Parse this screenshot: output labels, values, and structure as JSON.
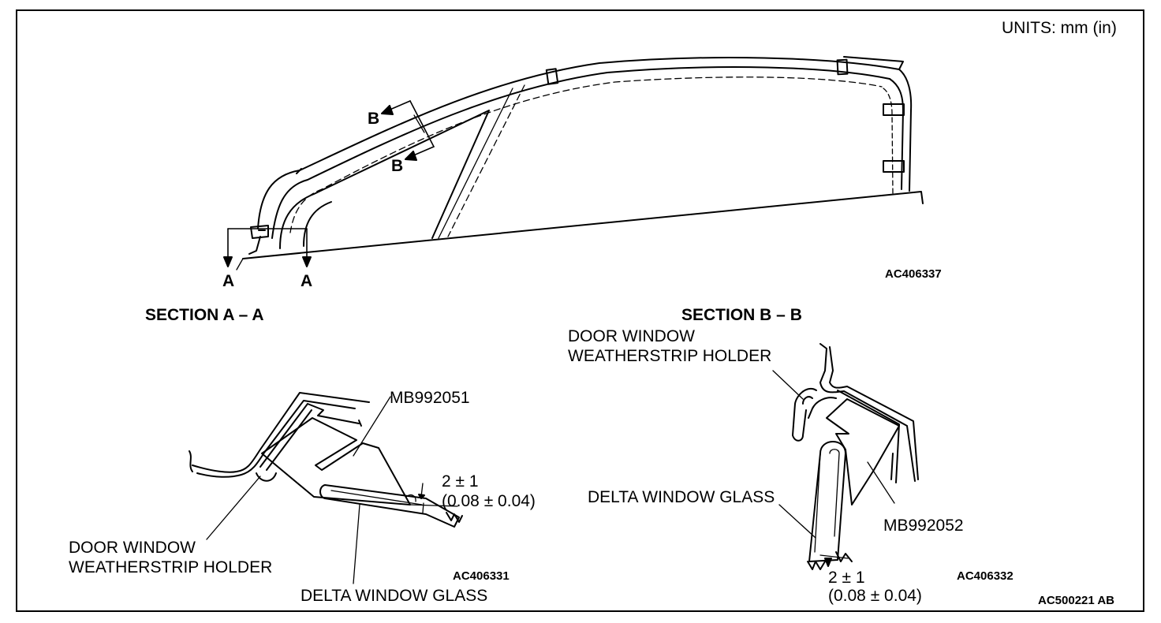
{
  "units": "UNITS: mm (in)",
  "top_view": {
    "marker_a_left": "A",
    "marker_a_right": "A",
    "marker_b_upper": "B",
    "marker_b_lower": "B",
    "code": "AC406337"
  },
  "section_a": {
    "title": "SECTION A – A",
    "tool_label": "MB992051",
    "clearance_value": "2 ± 1",
    "clearance_inches": "(0.08 ± 0.04)",
    "holder_label": "DOOR WINDOW\nWEATHERSTRIP HOLDER",
    "glass_label": "DELTA WINDOW GLASS",
    "code": "AC406331"
  },
  "section_b": {
    "title": "SECTION B – B",
    "holder_label": "DOOR WINDOW\nWEATHERSTRIP HOLDER",
    "glass_label": "DELTA WINDOW GLASS",
    "tool_label": "MB992052",
    "clearance_value": "2 ± 1",
    "clearance_inches": "(0.08 ± 0.04)",
    "code": "AC406332"
  },
  "figure_code": "AC500221 AB"
}
